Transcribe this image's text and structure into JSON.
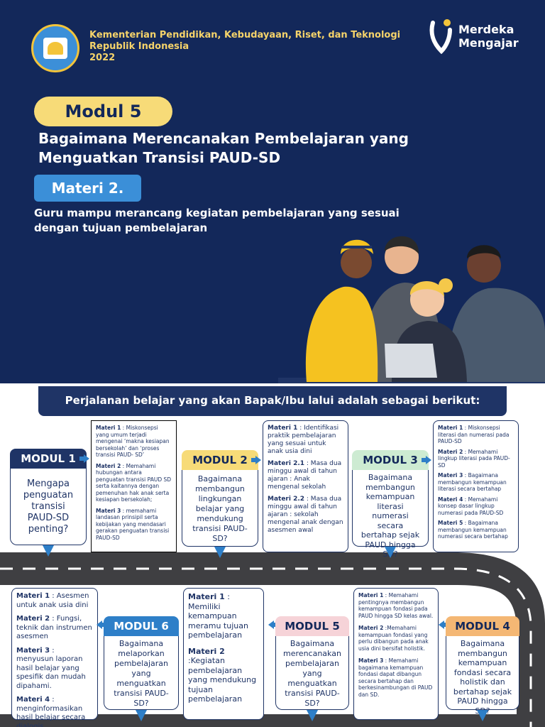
{
  "header": {
    "ministry_line1": "Kementerian Pendidikan, Kebudayaan, Riset, dan Teknologi",
    "ministry_line2": "Republik Indonesia",
    "ministry_year": "2022",
    "brand_line1": "Merdeka",
    "brand_line2": "Mengajar",
    "modul_label": "Modul 5",
    "title": "Bagaimana Merencanakan Pembelajaran yang Menguatkan Transisi PAUD-SD",
    "materi_label": "Materi 2.",
    "description": "Guru mampu merancang kegiatan pembelajaran yang sesuai dengan tujuan pembelajaran"
  },
  "journey": {
    "banner": "Perjalanan belajar yang akan Bapak/Ibu lalui adalah sebagai berikut:"
  },
  "modules": [
    {
      "label": "MODUL 1",
      "question": "Mengapa penguatan transisi PAUD-SD penting?",
      "items": [
        {
          "key": "Materi 1",
          "text": " : Miskonsepsi yang umum terjadi mengenai ‘makna kesiapan bersekolah’ dan ‘proses transisi PAUD- SD’"
        },
        {
          "key": "Materi 2",
          "text": " : Memahami hubungan antara penguatan transisi PAUD SD serta kaitannya dengan pemenuhan hak anak serta kesiapan bersekolah;"
        },
        {
          "key": "Materi 3",
          "text": " : memahami landasan prinsipil serta kebijakan yang mendasari gerakan penguatan transisi PAUD-SD"
        }
      ]
    },
    {
      "label": "MODUL 2",
      "question": "Bagaimana membangun lingkungan belajar yang mendukung transisi PAUD-SD?",
      "items": [
        {
          "key": "Materi 1",
          "text": " : Identifikasi praktik pembelajaran yang sesuai untuk anak usia dini"
        },
        {
          "key": "Materi 2.1",
          "text": " : Masa dua minggu awal di tahun ajaran : Anak mengenal sekolah"
        },
        {
          "key": "Materi 2.2",
          "text": " : Masa dua minggu awal di tahun ajaran : sekolah mengenal anak dengan asesmen awal"
        }
      ]
    },
    {
      "label": "MODUL 3",
      "question": "Bagaimana membangun kemampuan literasi numerasi secara bertahap sejak PAUD hingga SD?",
      "items": [
        {
          "key": "Materi 1",
          "text": " : Miskonsepsi literasi dan numerasi pada PAUD-SD"
        },
        {
          "key": "Materi 2",
          "text": " : Memahami lingkup  literasi pada PAUD-SD"
        },
        {
          "key": "Materi 3",
          "text": " : Bagaimana membangun kemampuan literasi secara bertahap"
        },
        {
          "key": "Materi 4",
          "text": " : Memahami konsep dasar lingkup numerasi pada PAUD-SD"
        },
        {
          "key": "Materi 5",
          "text": " : Bagaimana membangun kemampuan numerasi secara bertahap"
        }
      ]
    },
    {
      "label": "MODUL 4",
      "question": "Bagaimana membangun kemampuan fondasi secara holistik dan bertahap sejak PAUD hingga SD?",
      "items": [
        {
          "key": "Materi 1",
          "text": " : Memahami pentingnya membangun kemampuan fondasi pada PAUD hingga SD kelas awal."
        },
        {
          "key": "Materi 2",
          "text": " :Memahami kemampuan fondasi yang perlu dibangun pada anak usia dini bersifat holistik."
        },
        {
          "key": "Materi 3",
          "text": " : Memahami bagaimana kemampuan fondasi dapat dibangun secara bertahap dan berkesinambungan di PAUD dan SD."
        }
      ]
    },
    {
      "label": "MODUL 5",
      "question": "Bagaimana merencanakan pembelajaran yang menguatkan transisi PAUD-SD?",
      "items": [
        {
          "key": "Materi 1",
          "text": " : Memiliki kemampuan meramu tujuan pembelajaran"
        },
        {
          "key": "Materi 2",
          "text": " :Kegiatan pembelajaran yang mendukung tujuan pembelajaran"
        }
      ]
    },
    {
      "label": "MODUL 6",
      "question": "Bagaimana melaporkan pembelajaran yang menguatkan transisi PAUD-SD?",
      "items": [
        {
          "key": "Materi 1",
          "text": " : Asesmen untuk anak usia dini"
        },
        {
          "key": "Materi 2",
          "text": " : Fungsi, teknik dan instrumen asesmen"
        },
        {
          "key": "Materi 3",
          "text": " : menyusun laporan hasil belajar yang spesifik dan mudah dipahami."
        },
        {
          "key": "Materi 4",
          "text": " : menginformasikan hasil belajar secara dialogis."
        }
      ]
    }
  ],
  "colors": {
    "navy": "#13285a",
    "yellow": "#f7db78",
    "blue": "#3b8fd8",
    "road": "#3f3f42"
  }
}
